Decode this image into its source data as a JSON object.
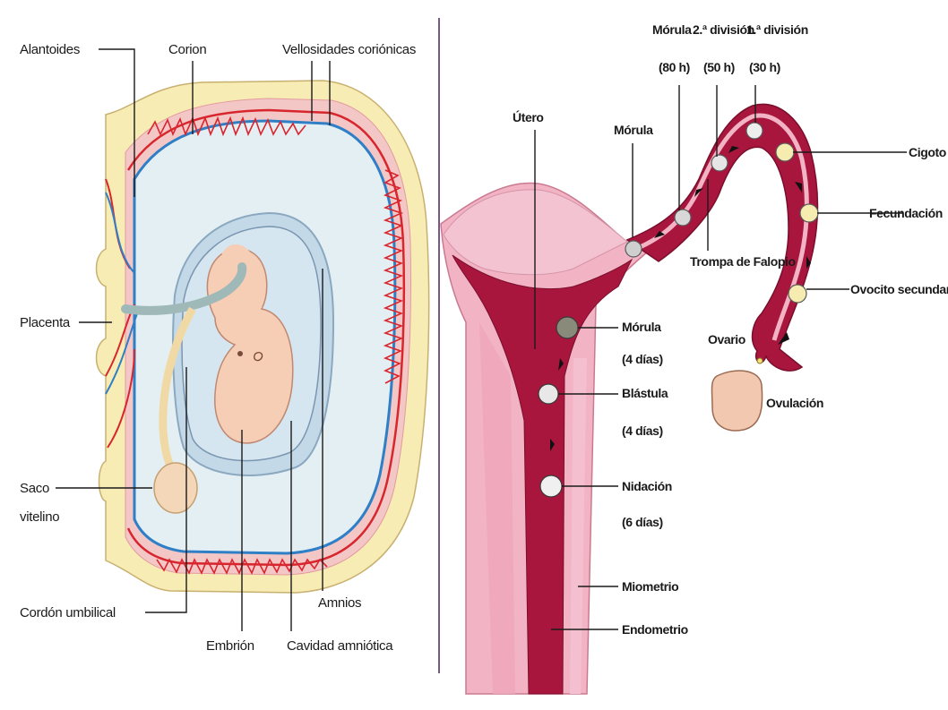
{
  "embryo_panel": {
    "labels": {
      "alantoides": "Alantoides",
      "corion": "Corion",
      "vellosidades": "Vellosidades coriónicas",
      "placenta": "Placenta",
      "saco_line1": "Saco",
      "saco_line2": "vitelino",
      "cordon": "Cordón umbilical",
      "embrion": "Embrión",
      "cavidad": "Cavidad amniótica",
      "amnios": "Amnios"
    }
  },
  "uterus_panel": {
    "labels": {
      "morula_top": "Mórula",
      "division2": "2.ª división",
      "division1": "1.ª división",
      "h80": "(80 h)",
      "h50": "(50 h)",
      "h30": "(30 h)",
      "utero": "Útero",
      "morula_mid": "Mórula",
      "cigoto": "Cigoto",
      "fecundacion": "Fecundación",
      "trompa": "Trompa de Falopio",
      "ovocito": "Ovocito secundario",
      "ovario": "Ovario",
      "ovulacion": "Ovulación",
      "morula_4": "Mórula",
      "dias_4a": "(4 días)",
      "blastula": "Blástula",
      "dias_4b": "(4 días)",
      "nidacion": "Nidación",
      "dias_6": "(6 días)",
      "miometrio": "Miometrio",
      "endometrio": "Endometrio"
    }
  },
  "colors": {
    "placenta_cream": "#f7ecb4",
    "membrane_blue": "#cfe4ee",
    "vessel_red": "#d8262e",
    "vessel_blue": "#2f7fc6",
    "embryo_skin": "#f6cdb5",
    "uterus_wall": "#f2b4c4",
    "endometrium": "#a8163d",
    "ovary": "#f2c9b0",
    "divider": "#4a2060"
  }
}
